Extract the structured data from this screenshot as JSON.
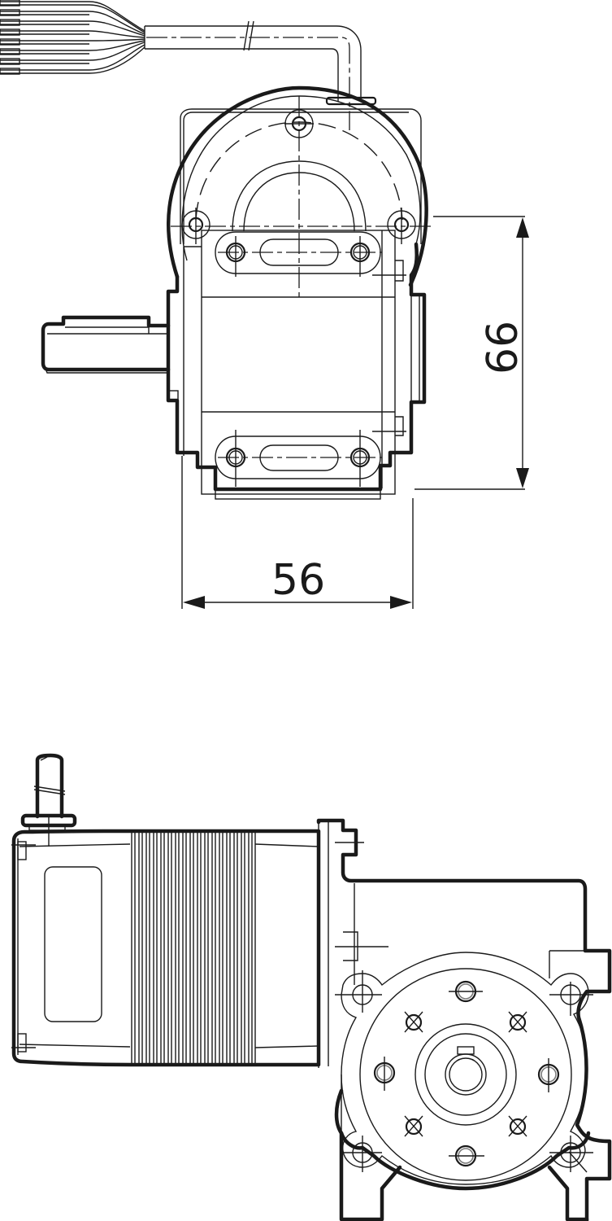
{
  "drawing": {
    "title": "Geared stepper motor dimension drawing",
    "views": [
      {
        "name": "front-view",
        "description": "Gearbox face with motor cable outlet and output shaft"
      },
      {
        "name": "side-view",
        "description": "Motor body with finned stator and right-angle worm gearbox"
      }
    ],
    "dimensions": {
      "height": {
        "value": "66",
        "orientation": "vertical"
      },
      "width": {
        "value": "56",
        "orientation": "horizontal"
      }
    },
    "cable": {
      "wire_count": 8
    },
    "colors": {
      "line": "#1a1a1a",
      "background": "#ffffff"
    }
  }
}
